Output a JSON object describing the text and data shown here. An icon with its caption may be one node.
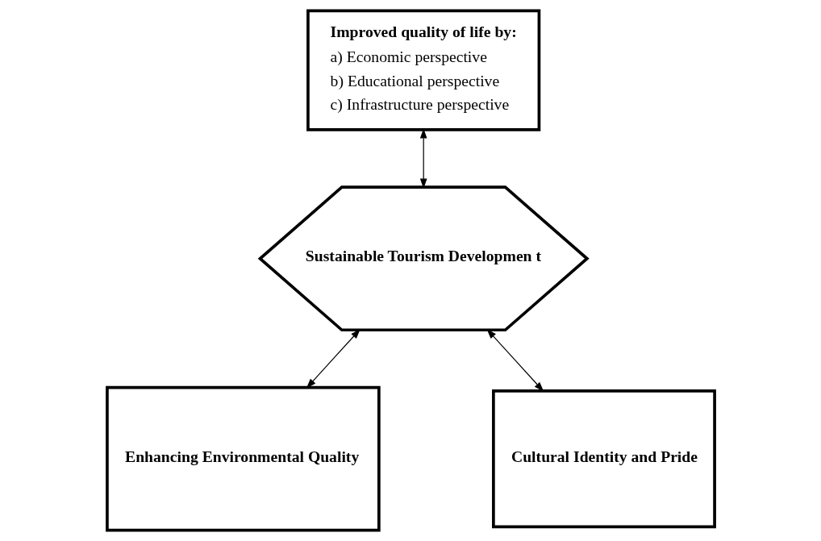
{
  "diagram": {
    "nodes": [
      {
        "text": [
          "Improved quality of life by:",
          "a) Economic perspective",
          "b) Educational perspective",
          "c) Infrastructure perspective"
        ]
      },
      {
        "text": [
          "Sustainable Tourism Developmen t"
        ]
      },
      {
        "text": [
          "Cultural Identity and Pride"
        ]
      },
      {
        "text": [
          "Enhancing Environmental Quality"
        ]
      }
    ],
    "edges": [
      {
        "from": 0,
        "to": 1,
        "arrow": "both"
      },
      {
        "from": 2,
        "to": 1,
        "arrow": "both"
      },
      {
        "from": 1,
        "to": 3,
        "arrow": "both"
      }
    ]
  }
}
